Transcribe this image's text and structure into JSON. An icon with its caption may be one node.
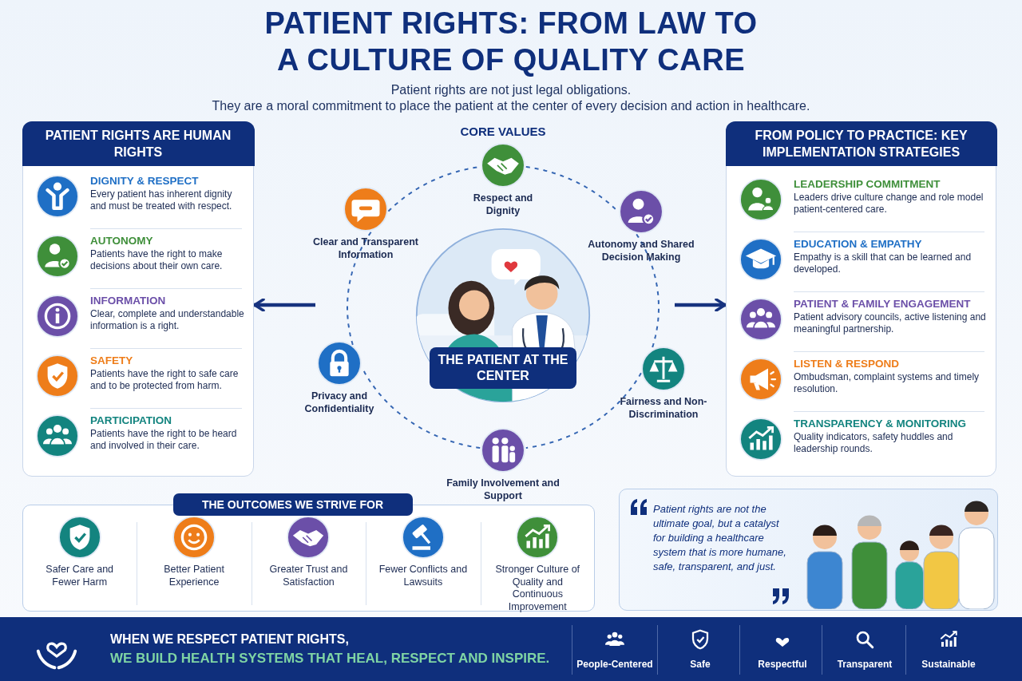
{
  "diagram": {
    "title": "PATIENT RIGHTS: FROM LAW TO A CULTURE OF QUALITY CARE",
    "nodes": [
      {
        "text": [
          "PATIENT RIGHTS ARE HUMAN RIGHTS"
        ]
      },
      {
        "text": [
          "DIGNITY & RESPECT",
          "Every patient has inherent dignity and must be treated with respect."
        ],
        "in": 0
      },
      {
        "text": [
          "AUTONOMY",
          "Patients have the right to make decisions about their own care."
        ],
        "in": 0
      },
      {
        "text": [
          "INFORMATION",
          "Clear, complete and understandable information is a right."
        ],
        "in": 0
      },
      {
        "text": [
          "SAFETY",
          "Patients have the right to safe care and to be protected from harm."
        ],
        "in": 0
      },
      {
        "text": [
          "PARTICIPATION",
          "Patients have the right to be heard and involved in their care."
        ],
        "in": 0
      },
      {
        "text": [
          "Respect and Dignity"
        ]
      },
      {
        "text": [
          "Clear and Transparent Information"
        ]
      },
      {
        "text": [
          "Autonomy and Shared Decision Making"
        ]
      },
      {
        "text": [
          "THE PATIENT AT THE CENTER"
        ]
      },
      {
        "text": [
          "Privacy and Confidentiality"
        ]
      },
      {
        "text": [
          "Fairness and Non-Discrimination"
        ]
      },
      {
        "text": [
          "Family Involvement and Support"
        ]
      },
      {
        "text": [
          "FROM POLICY TO PRACTICE: KEY IMPLEMENTATION STRATEGIES"
        ]
      },
      {
        "text": [
          "LEADERSHIP COMMITMENT",
          "Leaders drive culture change and role model patient-centered care."
        ],
        "in": 13
      },
      {
        "text": [
          "EDUCATION & EMPATHY",
          "Empathy is a skill that can be learned and developed."
        ],
        "in": 13
      },
      {
        "text": [
          "PATIENT & FAMILY ENGAGEMENT",
          "Patient advisory councils, active listening and meaningful partnership."
        ],
        "in": 13
      },
      {
        "text": [
          "LISTEN & RESPOND",
          "Ombudsman, complaint systems and timely resolution."
        ],
        "in": 13
      },
      {
        "text": [
          "TRANSPARENCY & MONITORING",
          "Quality indicators, safety huddles and leadership rounds."
        ],
        "in": 13
      },
      {
        "text": [
          "THE OUTCOMES WE STRIVE FOR"
        ]
      },
      {
        "text": [
          "Safer Care and Fewer Harm"
        ],
        "in": 19
      },
      {
        "text": [
          "Better Patient Experience"
        ],
        "in": 19
      },
      {
        "text": [
          "Greater Trust and Satisfaction"
        ],
        "in": 19
      },
      {
        "text": [
          "Fewer Conflicts and Lawsuits"
        ],
        "in": 19
      },
      {
        "text": [
          "Stronger Culture of Quality and Continuous Improvement"
        ],
        "in": 19
      },
      {
        "text": [
          "Patient rights are not the ultimate goal, but a catalyst for building a healthcare system that is more humane, safe, transparent, and just."
        ]
      },
      {
        "text": [
          "WHEN WE RESPECT PATIENT RIGHTS,",
          "WE BUILD HEALTH SYSTEMS THAT HEAL, RESPECT AND INSPIRE."
        ]
      },
      {
        "text": [
          "People-Centered"
        ],
        "in": 26
      },
      {
        "text": [
          "Safe"
        ],
        "in": 26
      },
      {
        "text": [
          "Respectful"
        ],
        "in": 26
      },
      {
        "text": [
          "Transparent"
        ],
        "in": 26
      },
      {
        "text": [
          "Sustainable"
        ],
        "in": 26
      }
    ],
    "edges": [
      {
        "from": null,
        "to": 0,
        "arrow": "to",
        "style": "thick",
        "color": "#17337f"
      },
      {
        "from": null,
        "to": 13,
        "arrow": "to",
        "style": "thick",
        "color": "#17337f"
      },
      {
        "from": 6,
        "to": 8,
        "arrow": "none",
        "style": "dashed"
      },
      {
        "from": 8,
        "to": 11,
        "arrow": "none",
        "style": "dashed"
      },
      {
        "from": 11,
        "to": 12,
        "arrow": "none",
        "style": "dashed"
      },
      {
        "from": 12,
        "to": 10,
        "arrow": "none",
        "style": "dashed"
      },
      {
        "from": 10,
        "to": 7,
        "arrow": "none",
        "style": "dashed"
      },
      {
        "from": 7,
        "to": 6,
        "arrow": "none",
        "style": "dashed"
      }
    ],
    "labels": [
      "Patient rights are not just legal obligations.",
      "They are a moral commitment to place the patient at the center of every decision and action in healthcare.",
      "CORE VALUES"
    ]
  }
}
